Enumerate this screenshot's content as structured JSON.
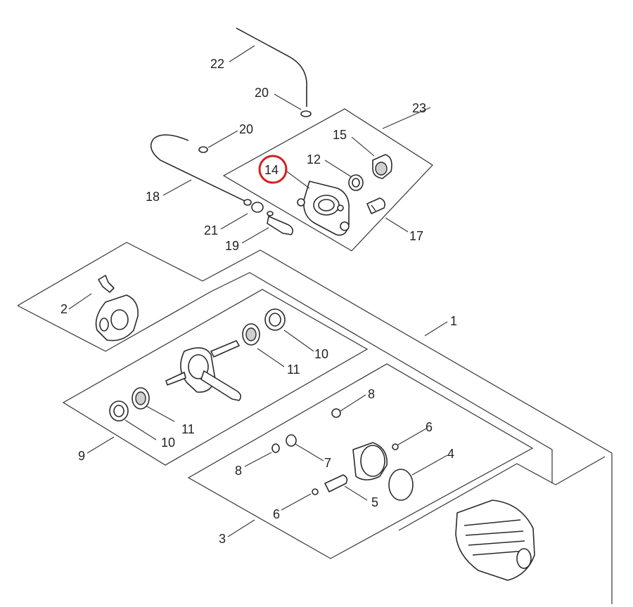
{
  "callouts": [
    {
      "id": "22",
      "text": "22"
    },
    {
      "id": "20a",
      "text": "20"
    },
    {
      "id": "23",
      "text": "23"
    },
    {
      "id": "20b",
      "text": "20"
    },
    {
      "id": "15",
      "text": "15"
    },
    {
      "id": "12",
      "text": "12"
    },
    {
      "id": "14",
      "text": "14",
      "highlighted": true
    },
    {
      "id": "18",
      "text": "18"
    },
    {
      "id": "17",
      "text": "17"
    },
    {
      "id": "21",
      "text": "21"
    },
    {
      "id": "19",
      "text": "19"
    },
    {
      "id": "2",
      "text": "2"
    },
    {
      "id": "1",
      "text": "1"
    },
    {
      "id": "10a",
      "text": "10"
    },
    {
      "id": "11a",
      "text": "11"
    },
    {
      "id": "8a",
      "text": "8"
    },
    {
      "id": "6a",
      "text": "6"
    },
    {
      "id": "11b",
      "text": "11"
    },
    {
      "id": "10b",
      "text": "10"
    },
    {
      "id": "9",
      "text": "9"
    },
    {
      "id": "4",
      "text": "4"
    },
    {
      "id": "8b",
      "text": "8"
    },
    {
      "id": "7",
      "text": "7"
    },
    {
      "id": "5",
      "text": "5"
    },
    {
      "id": "6b",
      "text": "6"
    },
    {
      "id": "3",
      "text": "3"
    }
  ],
  "highlight_color": "#d42020"
}
